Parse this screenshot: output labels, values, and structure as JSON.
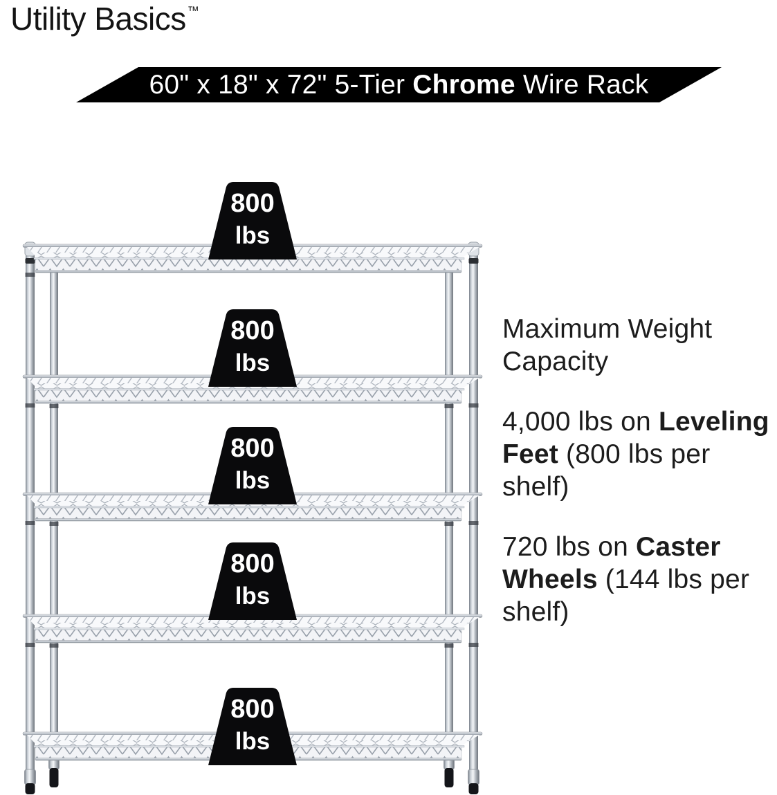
{
  "brand": {
    "name": "Utility Basics",
    "trademark": "™"
  },
  "banner": {
    "pre": "60\" x 18\" x 72\" 5-Tier ",
    "bold": "Chrome",
    "post": " Wire Rack"
  },
  "weights": [
    {
      "value": "800",
      "unit": "lbs"
    },
    {
      "value": "800",
      "unit": "lbs"
    },
    {
      "value": "800",
      "unit": "lbs"
    },
    {
      "value": "800",
      "unit": "lbs"
    },
    {
      "value": "800",
      "unit": "lbs"
    }
  ],
  "info": {
    "heading": {
      "line1": "Maximum Weight",
      "line2": "Capacity"
    },
    "leveling": {
      "l1_pre": "4,000 lbs on ",
      "l1_bold": "Leveling",
      "l2_bold": "Feet",
      "l2_post": " (800 lbs per",
      "l3": "shelf)"
    },
    "caster": {
      "l1_pre": "720 lbs on ",
      "l1_bold": "Caster",
      "l2_bold": "Wheels",
      "l2_post": " (144 lbs per",
      "l3": "shelf)"
    }
  },
  "rack": {
    "tiers": 5,
    "finish": "Chrome"
  },
  "colors": {
    "banner_bg": "#000000",
    "banner_text": "#ffffff",
    "weight_bg": "#0a0a0c",
    "weight_text": "#ffffff",
    "body_text": "#1c1c1c",
    "chrome_light": "#f5f7f9",
    "chrome_mid": "#b0b6bd",
    "chrome_dark": "#6d737b"
  }
}
